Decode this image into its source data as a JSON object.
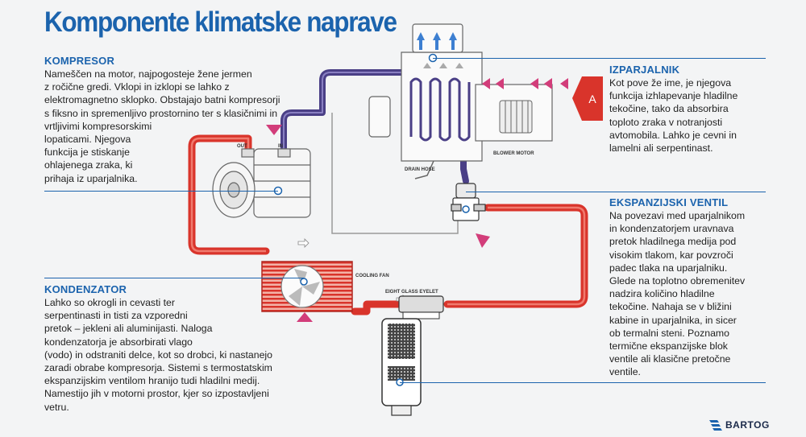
{
  "title": "Komponente klimatske naprave",
  "sections": {
    "kompresor": {
      "heading": "KOMPRESOR",
      "lines": [
        "Nameščen na motor, najpogosteje žene jermen",
        "z ročične gredi. Vklopi in izklopi se lahko z",
        "elektromagnetno sklopko. Obstajajo batni kompresorji",
        "s fiksno in spremenljivo prostornino ter s klasičnimi in",
        "vrtljivimi kompresorskimi",
        "lopaticami. Njegova",
        "funkcija je stiskanje",
        "ohlajenega zraka, ki",
        "prihaja iz uparjalnika."
      ]
    },
    "izparjalnik": {
      "heading": "IZPARJALNIK",
      "lines": [
        "Kot pove že ime, je njegova",
        "funkcija izhlapevanje hladilne",
        "tekočine, tako da absorbira",
        "toploto zraka v notranjosti",
        "avtomobila. Lahko je cevni in",
        "lamelni ali serpentinast."
      ]
    },
    "ekspanzijski": {
      "heading": "EKSPANZIJSKI VENTIL",
      "lines": [
        "Na povezavi med uparjalnikom",
        "in kondenzatorjem uravnava",
        "pretok hladilnega medija pod",
        "visokim tlakom, kar povzroči",
        "padec tlaka na uparjalniku.",
        "Glede na toplotno obremenitev",
        "nadzira količino hladilne",
        "tekočine. Nahaja se v bližini",
        "kabine in uparjalnika, in sicer",
        "ob termalni steni. Poznamo",
        "termične ekspanzijske blok",
        "ventile ali klasične pretočne",
        "ventile."
      ]
    },
    "kondenzator": {
      "heading": "KONDENZATOR",
      "lines": [
        "Lahko so okrogli in cevasti ter",
        "serpentinasti in tisti za vzporedni",
        "pretok – jekleni ali aluminijasti. Naloga",
        "kondenzatorja je absorbirati vlago",
        "(vodo) in odstraniti delce, kot so drobci, ki nastanejo",
        "zaradi obrabe kompresorja. Sistemi s termostatskim",
        "ekspanzijskim ventilom hranijo tudi hladilni medij.",
        "Namestijo jih v motorni prostor, kjer so izpostavljeni",
        "vetru."
      ]
    }
  },
  "diagram_labels": {
    "drain_hose": "DRAIN HOSE",
    "blower_motor": "BLOWER MOTOR",
    "cooling_fan": "COOLING FAN",
    "sight_glass": "EIGHT GLASS EYELET",
    "out": "OUT",
    "in": "IN",
    "badge": "A"
  },
  "brand": "BARTOG",
  "colors": {
    "title_blue": "#1b63ad",
    "pipe_red": "#d9342b",
    "pipe_purple": "#4a3f86",
    "arrow_pink": "#d23d7a",
    "badge_red": "#d9342b"
  }
}
